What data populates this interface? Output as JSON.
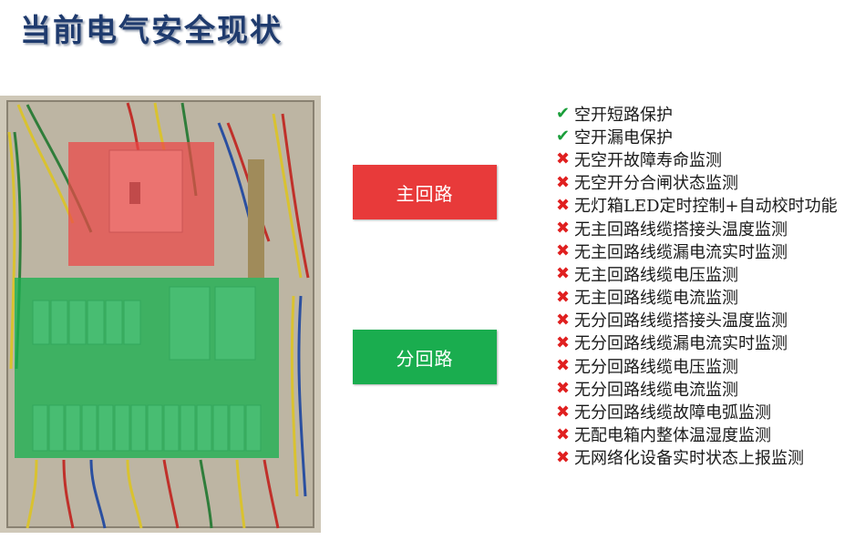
{
  "slide": {
    "title": "当前电气安全现状"
  },
  "photo": {
    "highlights": {
      "main_color": "#eb4646",
      "branch_color": "#19af50"
    }
  },
  "labels": {
    "main_circuit": "主回路",
    "branch_circuit": "分回路"
  },
  "status_list": {
    "items": [
      {
        "status": "ok",
        "icon": "check-icon",
        "text": "空开短路保护"
      },
      {
        "status": "ok",
        "icon": "check-icon",
        "text": "空开漏电保护"
      },
      {
        "status": "no",
        "icon": "cross-icon",
        "text": "无空开故障寿命监测"
      },
      {
        "status": "no",
        "icon": "cross-icon",
        "text": "无空开分合闸状态监测"
      },
      {
        "status": "no",
        "icon": "cross-icon",
        "text": "无灯箱LED定时控制+自动校时功能"
      },
      {
        "status": "no",
        "icon": "cross-icon",
        "text": "无主回路线缆搭接头温度监测"
      },
      {
        "status": "no",
        "icon": "cross-icon",
        "text": "无主回路线缆漏电流实时监测"
      },
      {
        "status": "no",
        "icon": "cross-icon",
        "text": "无主回路线缆电压监测"
      },
      {
        "status": "no",
        "icon": "cross-icon",
        "text": "无主回路线缆电流监测"
      },
      {
        "status": "no",
        "icon": "cross-icon",
        "text": "无分回路线缆搭接头温度监测"
      },
      {
        "status": "no",
        "icon": "cross-icon",
        "text": "无分回路线缆漏电流实时监测"
      },
      {
        "status": "no",
        "icon": "cross-icon",
        "text": "无分回路线缆电压监测"
      },
      {
        "status": "no",
        "icon": "cross-icon",
        "text": "无分回路线缆电流监测"
      },
      {
        "status": "no",
        "icon": "cross-icon",
        "text": "无分回路线缆故障电弧监测"
      },
      {
        "status": "no",
        "icon": "cross-icon",
        "text": "无配电箱内整体温湿度监测"
      },
      {
        "status": "no",
        "icon": "cross-icon",
        "text": "无网络化设备实时状态上报监测"
      }
    ],
    "colors": {
      "ok": "#1a9e3a",
      "no": "#e02020"
    }
  }
}
